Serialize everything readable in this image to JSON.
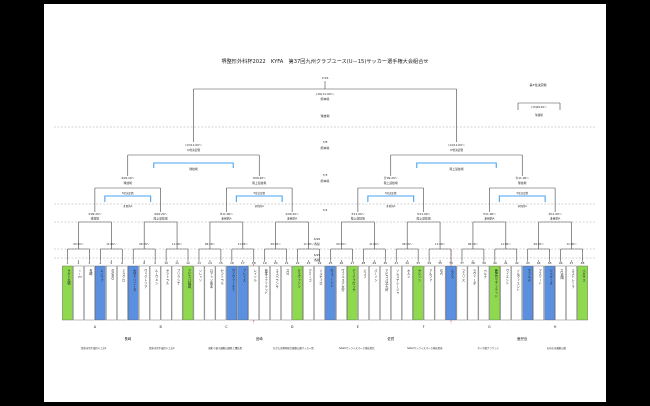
{
  "document": {
    "title": "堺整形外科杯2022　KYFA　第37回九州クラブユース(U－15)サッカー選手権大会組合せ"
  },
  "final": {
    "date": "7/16",
    "time": "(16)11:00〜",
    "venue1": "熊本県",
    "venue2": "球技場"
  },
  "third_place": {
    "label": "第3位決定戦",
    "time": "(15)09:20〜",
    "venue": "球技場"
  },
  "semifinals": [
    {
      "time": "(13)11:00〜",
      "label": "9/位決定戦",
      "venue": "球技場"
    },
    {
      "time": "(14)11:00〜",
      "label": "9/位決定戦",
      "venue": "陸上競技場"
    }
  ],
  "day_labels": {
    "r_semis_date": "7/8",
    "r_semis_place": "熊本県",
    "r_qf_date": "7/3",
    "r_qf_place": "熊本県",
    "r_r16_date": "7/2",
    "r_r1a_date": "6/26",
    "r_r1a_place": "各県",
    "r_r1b_date": "6/25",
    "r_r1b_place": "各県"
  },
  "quarterfinals": [
    {
      "t1": "⑨09:20〜",
      "v1": "球技場",
      "t2": "⑩09:20〜",
      "v2": "陸上競技場",
      "sub": "5位決定戦",
      "sub2": "多目的A"
    },
    {
      "t1": "⑪09:20〜",
      "v1": "陸上競技場",
      "t2": "⑫11:00〜",
      "v2": "球技場",
      "sub": "5位決定戦",
      "sub2": "多目的A"
    }
  ],
  "round16": [
    {
      "t": "①09:20〜",
      "v": "球技場"
    },
    {
      "t": "②09:20〜",
      "v": "陸上競技場"
    },
    {
      "t": "③11:00〜",
      "v": "多目的A"
    },
    {
      "t": "④09:20〜",
      "v": "多目的A"
    },
    {
      "t": "⑤11:00〜",
      "v": "陸上競技場"
    },
    {
      "t": "⑥11:00〜",
      "v": "陸上競技場"
    },
    {
      "t": "⑦11:00〜",
      "v": "多目的A"
    },
    {
      "t": "⑧11:00〜",
      "v": "多目的A"
    }
  ],
  "round1_times": [
    "09:20〜",
    "11:00〜",
    "09:20〜",
    "11:00〜",
    "09:20〜",
    "11:00〜",
    "09:20〜",
    "11:00〜",
    "09:20〜",
    "11:00〜",
    "09:20〜",
    "11:00〜",
    "09:20〜",
    "11:00〜",
    "09:20〜",
    "11:00〜"
  ],
  "teams": [
    {
      "n": "1",
      "name": "サガン鳥栖",
      "c": "green"
    },
    {
      "n": "2",
      "name": "ｉ－ｍ",
      "c": "white"
    },
    {
      "n": "3",
      "name": "長崎",
      "c": "white"
    },
    {
      "n": "4",
      "name": "レノファ",
      "c": "blue"
    },
    {
      "n": "5",
      "name": "VIVAIO",
      "c": "white"
    },
    {
      "n": "6",
      "name": "ミラグロ",
      "c": "white"
    },
    {
      "n": "7",
      "name": "大分トリニータ",
      "c": "blue"
    },
    {
      "n": "8",
      "name": "ヴィクトリア",
      "c": "white"
    },
    {
      "n": "9",
      "name": "ルーヴェン",
      "c": "white"
    },
    {
      "n": "10",
      "name": "セントラル",
      "c": "white"
    },
    {
      "n": "11",
      "name": "ブリランテ",
      "c": "white"
    },
    {
      "n": "12",
      "name": "アビスパ福岡",
      "c": "green"
    },
    {
      "n": "13",
      "name": "ソレッソ",
      "c": "white"
    },
    {
      "n": "14",
      "name": "ロアッソ熊本",
      "c": "white"
    },
    {
      "n": "15",
      "name": "セントラル",
      "c": "white"
    },
    {
      "n": "16",
      "name": "ヴィヴァーチェ",
      "c": "blue"
    },
    {
      "n": "17",
      "name": "ブレイズ",
      "c": "blue"
    },
    {
      "n": "18",
      "name": "レイソル",
      "c": "white"
    },
    {
      "n": "19",
      "name": "熊本ユナイテッド",
      "c": "white"
    },
    {
      "n": "20",
      "name": "エスペランサ",
      "c": "white"
    },
    {
      "n": "21",
      "name": "FCK",
      "c": "white"
    },
    {
      "n": "22",
      "name": "ギラヴァンツ",
      "c": "green"
    },
    {
      "n": "23",
      "name": "アミーゴ",
      "c": "white"
    },
    {
      "n": "24",
      "name": "ソルセイロ",
      "c": "white"
    },
    {
      "n": "25",
      "name": "Vファーレン",
      "c": "blue"
    },
    {
      "n": "26",
      "name": "ヴェルスパ大分",
      "c": "white"
    },
    {
      "n": "27",
      "name": "ディアブロッサ",
      "c": "green"
    },
    {
      "n": "28",
      "name": "ジェフ",
      "c": "white"
    },
    {
      "n": "29",
      "name": "パーソン",
      "c": "white"
    },
    {
      "n": "30",
      "name": "アビスパ北九州",
      "c": "white"
    },
    {
      "n": "31",
      "name": "ソレステレージャ",
      "c": "white"
    },
    {
      "n": "32",
      "name": "ホルン",
      "c": "white"
    },
    {
      "n": "33",
      "name": "セレソン",
      "c": "green"
    },
    {
      "n": "34",
      "name": "アルファ",
      "c": "white"
    },
    {
      "n": "35",
      "name": "SPC",
      "c": "white"
    },
    {
      "n": "36",
      "name": "ルクス",
      "c": "blue"
    },
    {
      "n": "37",
      "name": "フェリス",
      "c": "white"
    },
    {
      "n": "38",
      "name": "ラヴィーダ",
      "c": "white"
    },
    {
      "n": "39",
      "name": "ペルナ",
      "c": "white"
    },
    {
      "n": "40",
      "name": "鹿児島ユナイテッド",
      "c": "green"
    },
    {
      "n": "41",
      "name": "ヴィエント",
      "c": "white"
    },
    {
      "n": "42",
      "name": "ソルヴィエント",
      "c": "white"
    },
    {
      "n": "43",
      "name": "ヴェルデ",
      "c": "blue"
    },
    {
      "n": "44",
      "name": "アスリート",
      "c": "white"
    },
    {
      "n": "45",
      "name": "ジャガーズ",
      "c": "blue"
    },
    {
      "n": "46",
      "name": "FC延岡",
      "c": "white"
    },
    {
      "n": "47",
      "name": "エストレーラ",
      "c": "white"
    },
    {
      "n": "48",
      "name": "ペガサス",
      "c": "green"
    }
  ],
  "groups": [
    "A",
    "B",
    "C",
    "D",
    "E",
    "F",
    "G",
    "H"
  ],
  "prefectures": [
    {
      "name": "長崎",
      "venue": "島原市営平成町人工芝1",
      "venue2": "島原市営平成町人工芝2"
    },
    {
      "name": "宮崎",
      "venue": "綾町小田爪運動公園陸上競技場",
      "venue2": "ひなた宮崎県総合運動公園サッカー場"
    },
    {
      "name": "佐賀",
      "venue": "SAGAサンライズパーク球技場北",
      "venue2": "SAGAサンライズパーク球技場南"
    },
    {
      "name": "鹿児島",
      "venue": "かぐや姫グラウンド",
      "venue2": "志布志市運動公園"
    }
  ],
  "colors": {
    "green": "#8fd94f",
    "blue": "#5b8fe0",
    "highlight": "#4aa3f0",
    "red": "#e02020"
  }
}
